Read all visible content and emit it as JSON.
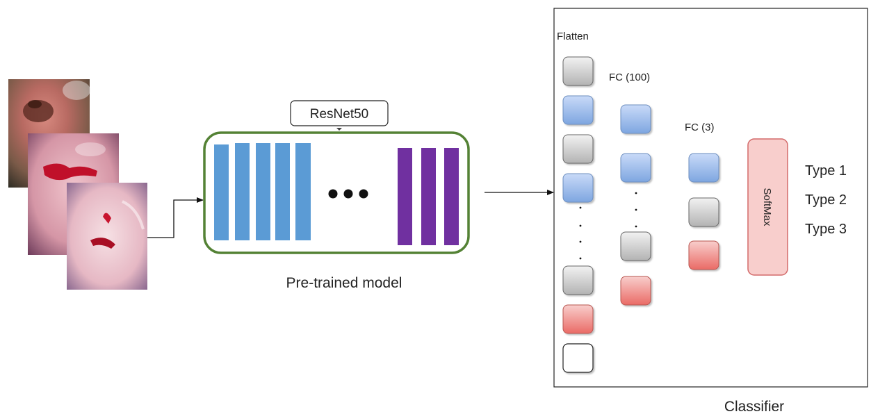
{
  "model": {
    "backbone_label": "ResNet50",
    "caption": "Pre-trained model"
  },
  "classifier": {
    "caption": "Classifier",
    "flatten_label": "Flatten",
    "fc100_label": "FC (100)",
    "fc3_label": "FC (3)",
    "softmax_label": "SoftMax",
    "outputs": [
      "Type 1",
      "Type 2",
      "Type 3"
    ]
  },
  "colors": {
    "blue_bar": "#5b9bd5",
    "purple_bar": "#7030a0",
    "model_border": "#548235",
    "node_blue": "#a9c4eb",
    "node_gray": "#d5d5d5",
    "node_red": "#ef8a87",
    "softmax_fill": "#f8cecc",
    "softmax_border": "#d36a6a"
  }
}
